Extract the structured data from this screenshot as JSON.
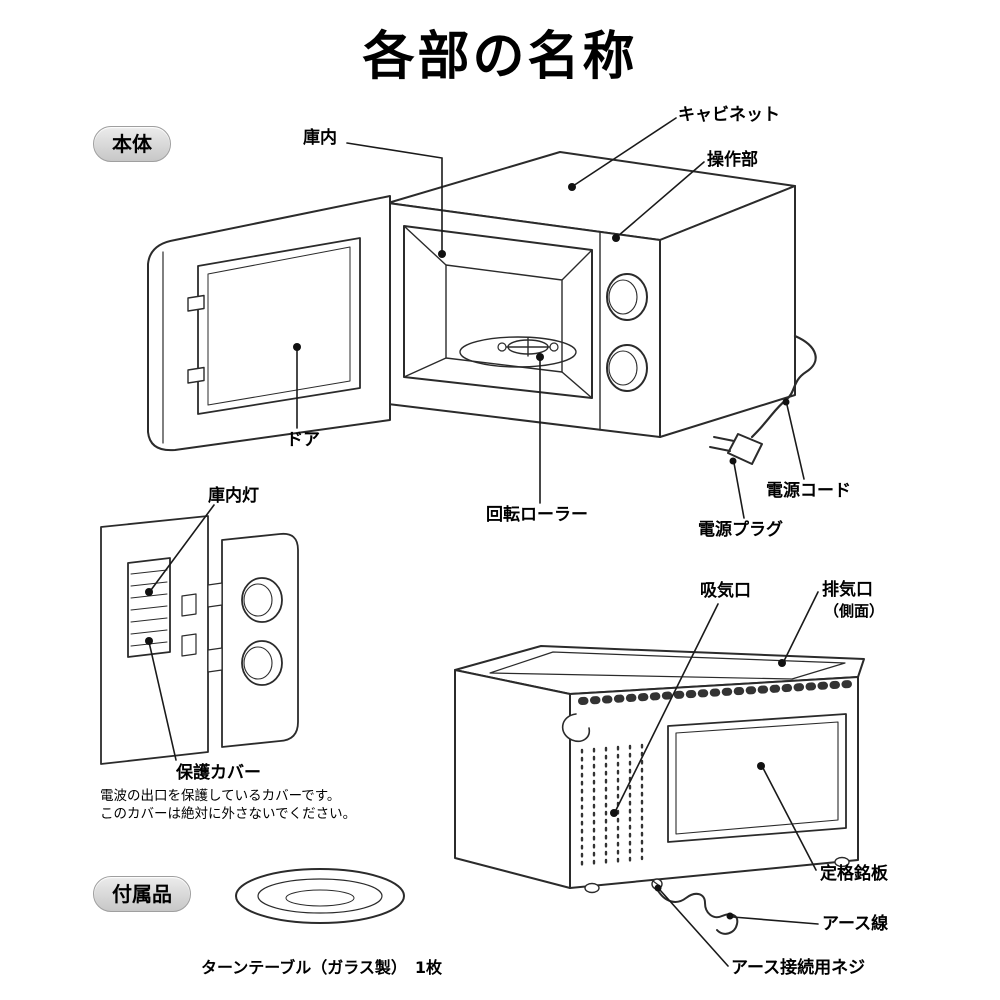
{
  "title": "各部の名称",
  "badges": {
    "main_unit": "本体",
    "accessories": "付属品"
  },
  "labels": {
    "interior": "庫内",
    "cabinet": "キャビネット",
    "control_panel": "操作部",
    "door": "ドア",
    "rotating_roller": "回転ローラー",
    "power_plug": "電源プラグ",
    "power_cord": "電源コード",
    "interior_light": "庫内灯",
    "protective_cover": "保護カバー",
    "air_intake": "吸気口",
    "exhaust_port": "排気口",
    "exhaust_port_note": "（側面）",
    "rating_nameplate": "定格銘板",
    "earth_wire": "アース線",
    "earth_screw": "アース接続用ネジ"
  },
  "notes": {
    "cover_line1": "電波の出口を保護しているカバーです。",
    "cover_line2": "このカバーは絶対に外さないでください。"
  },
  "accessories_section": {
    "turntable_caption": "ターンテーブル（ガラス製）　1枚"
  },
  "colors": {
    "line": "#2b2b2b",
    "leader": "#1a1a1a",
    "badge_bg": "#d6d6d6",
    "text": "#000000",
    "background": "#ffffff"
  }
}
